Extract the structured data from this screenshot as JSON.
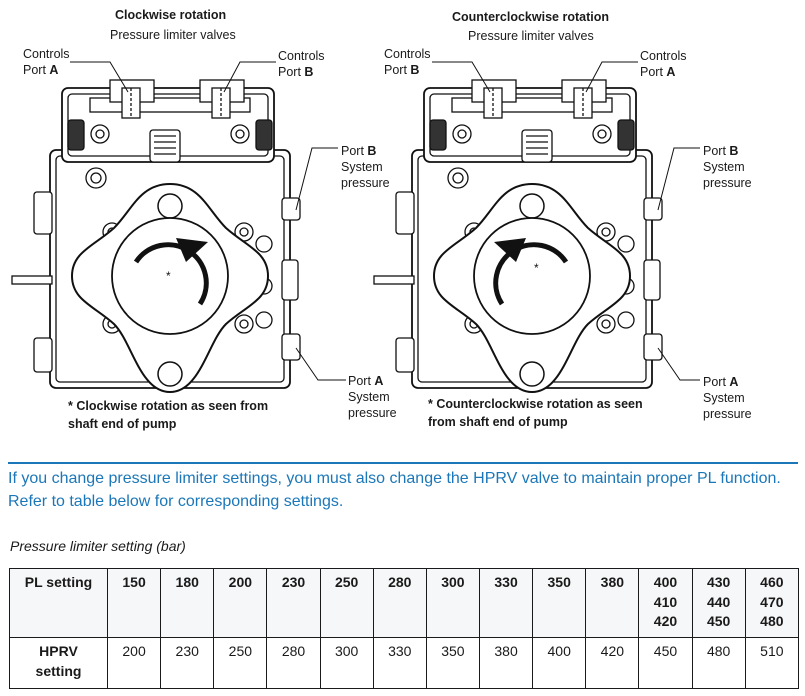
{
  "left_figure": {
    "title": "Clockwise rotation",
    "subtitle": "Pressure limiter valves",
    "labels": {
      "controls_left": "Controls",
      "controls_left_port": "Port ",
      "controls_left_letter": "A",
      "controls_right": "Controls",
      "controls_right_port": "Port ",
      "controls_right_letter": "B",
      "port_b": "Port ",
      "port_b_letter": "B",
      "port_b_l2": "System",
      "port_b_l3": "pressure",
      "port_a": "Port ",
      "port_a_letter": "A",
      "port_a_l2": "System",
      "port_a_l3": "pressure"
    },
    "caption_line1": "* Clockwise rotation as seen from",
    "caption_line2": "shaft end of pump",
    "center_mark": "*"
  },
  "right_figure": {
    "title": "Counterclockwise rotation",
    "subtitle": "Pressure limiter valves",
    "labels": {
      "controls_left": "Controls",
      "controls_left_port": "Port ",
      "controls_left_letter": "B",
      "controls_right": "Controls",
      "controls_right_port": "Port ",
      "controls_right_letter": "A",
      "port_b": "Port ",
      "port_b_letter": "B",
      "port_b_l2": "System",
      "port_b_l3": "pressure",
      "port_a": "Port ",
      "port_a_letter": "A",
      "port_a_l2": "System",
      "port_a_l3": "pressure"
    },
    "caption_line1": "* Counterclockwise rotation as seen",
    "caption_line2": "from shaft end of pump",
    "center_mark": "*"
  },
  "note": {
    "text": "If you change pressure limiter settings, you must also change the HPRV valve to maintain proper PL function. Refer to table below for corresponding settings.",
    "color": "#1b77b8"
  },
  "table": {
    "caption": "Pressure limiter setting (bar)",
    "row1_header": "PL setting",
    "row2_header_l1": "HPRV",
    "row2_header_l2": "setting",
    "pl": [
      "150",
      "180",
      "200",
      "230",
      "250",
      "280",
      "300",
      "330",
      "350",
      "380"
    ],
    "pl_multi": [
      [
        "400",
        "410",
        "420"
      ],
      [
        "430",
        "440",
        "450"
      ],
      [
        "460",
        "470",
        "480"
      ]
    ],
    "hprv": [
      "200",
      "230",
      "250",
      "280",
      "300",
      "330",
      "350",
      "380",
      "400",
      "420",
      "450",
      "480",
      "510"
    ]
  }
}
